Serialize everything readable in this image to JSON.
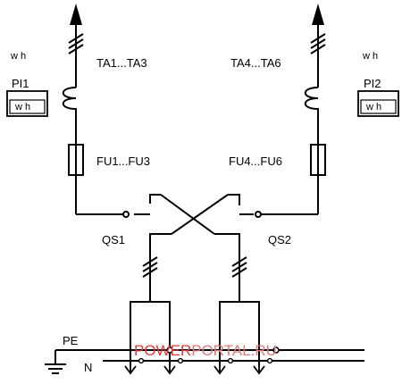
{
  "diagram": {
    "left_ct_label": "TA1...TA3",
    "right_ct_label": "TA4...TA6",
    "left_fuse_label": "FU1...FU3",
    "right_fuse_label": "FU4...FU6",
    "left_switch_label": "QS1",
    "right_switch_label": "QS2",
    "left_meter_name": "PI1",
    "right_meter_name": "PI2",
    "left_meter_unit_top": "w h",
    "right_meter_unit_top": "w h",
    "left_meter_unit_box": "w h",
    "right_meter_unit_box": "w h",
    "pe_label": "PE",
    "n_label": "N"
  },
  "watermark": {
    "part1": "POWER",
    "part2": "PORTAL.RU",
    "part1_color": "#e03a3a",
    "part2_color": "#e07a7a"
  }
}
